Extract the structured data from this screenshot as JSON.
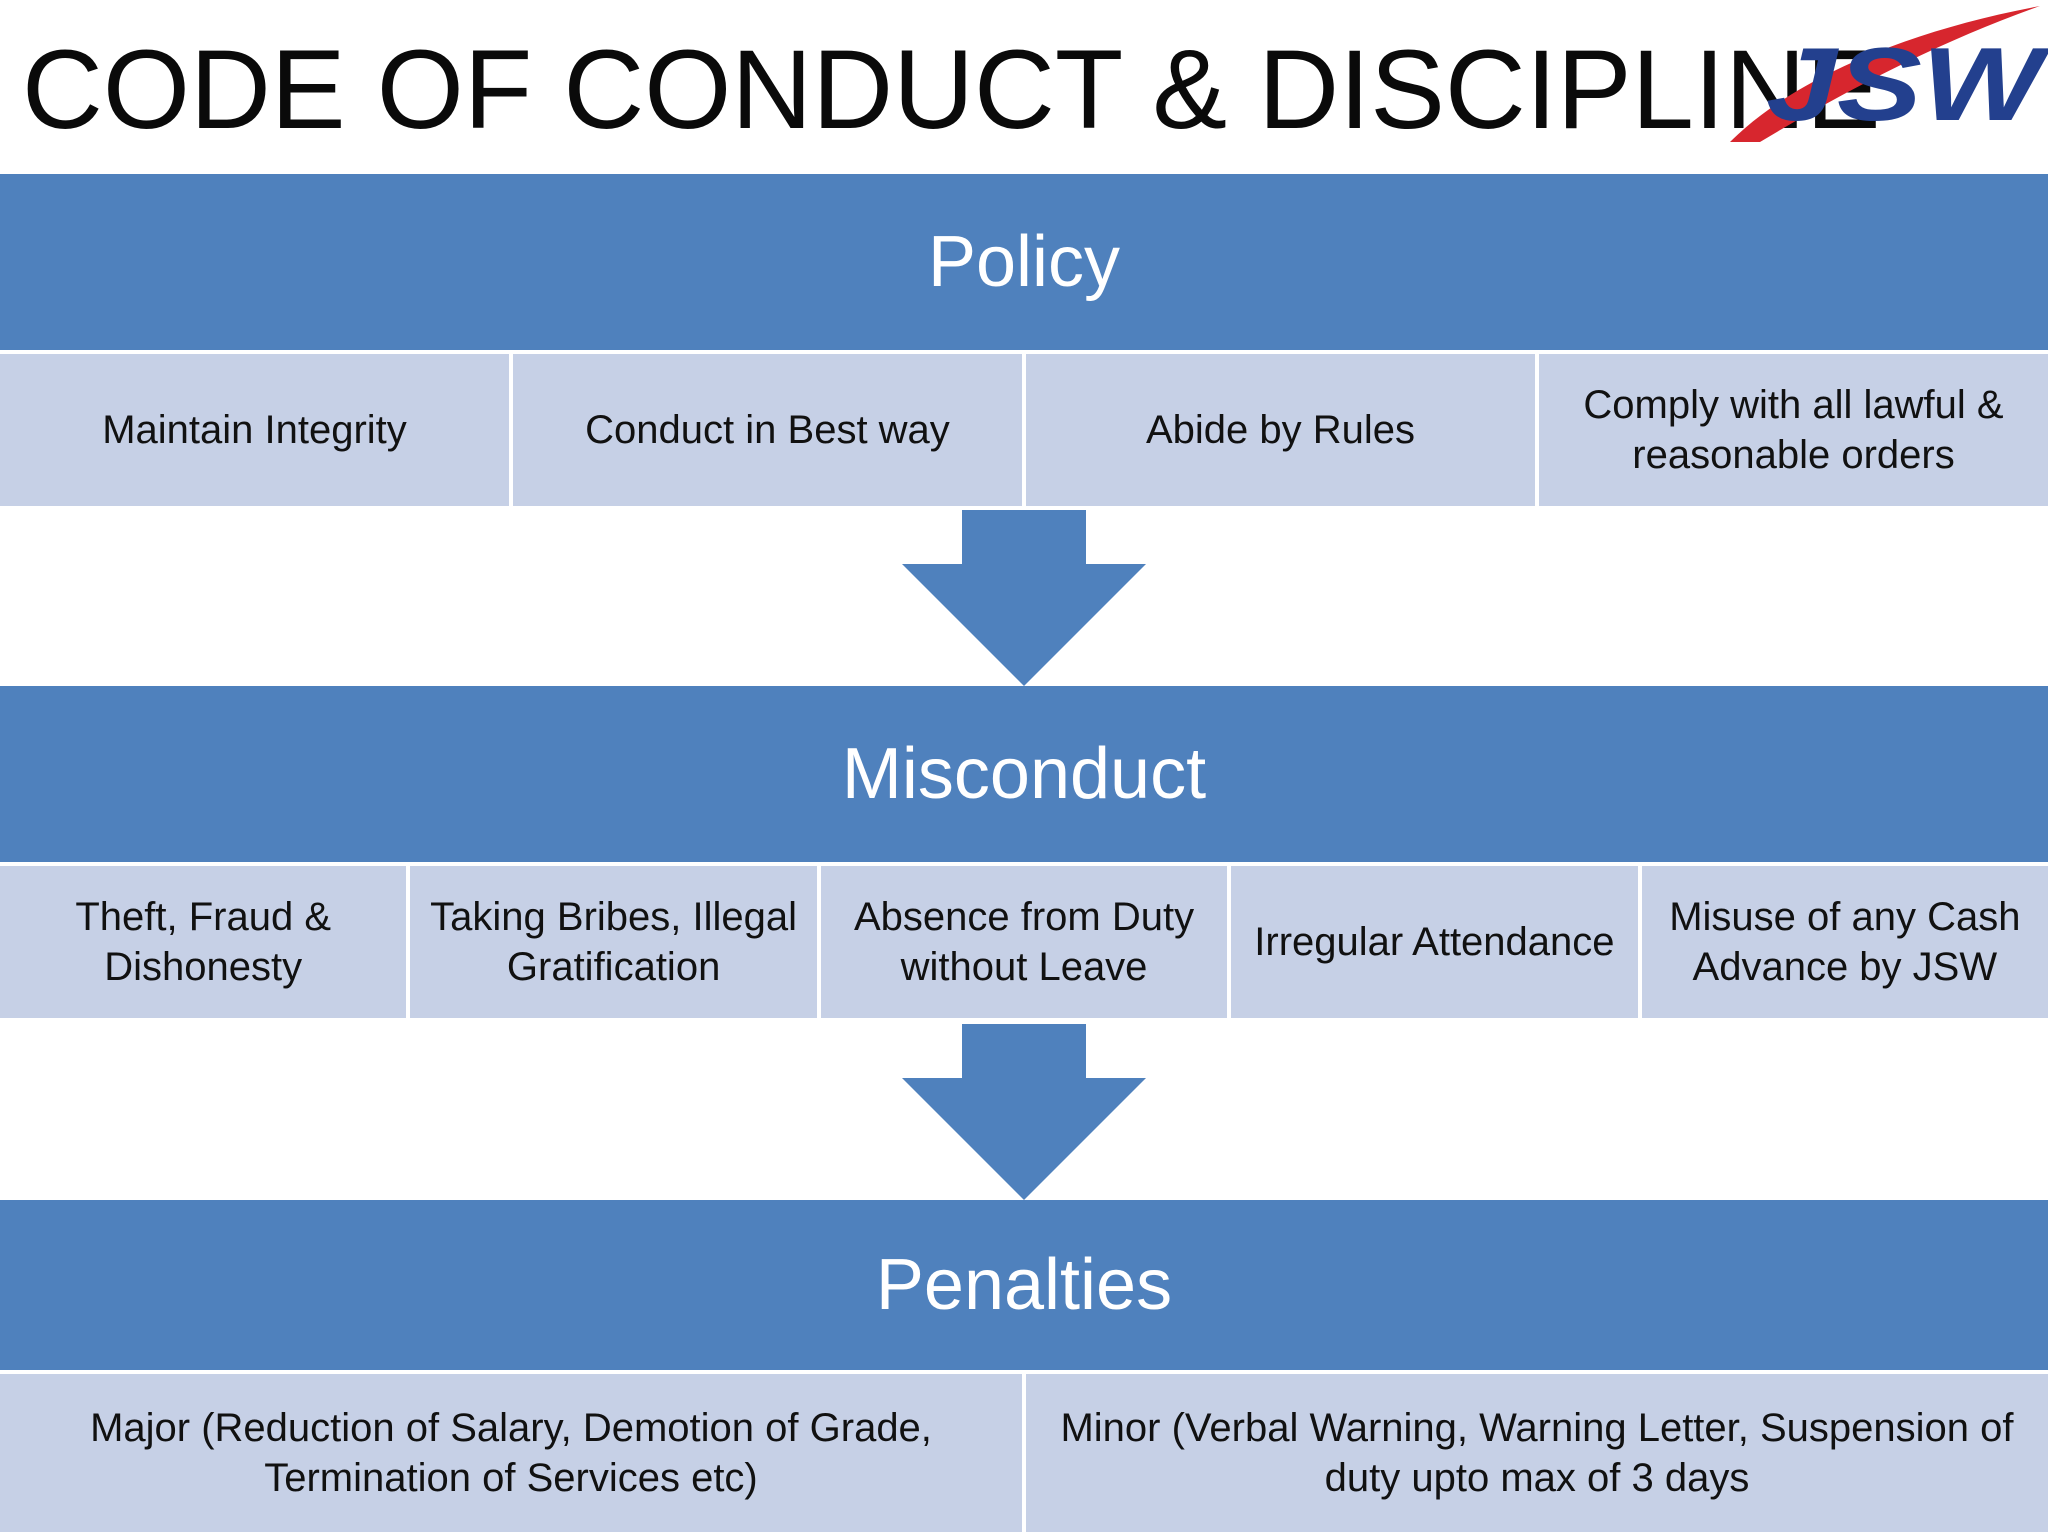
{
  "title": "CODE OF CONDUCT & DISCIPLINE",
  "logo": {
    "text": "JSW",
    "colors": {
      "swoosh": "#d7262e",
      "letters": "#23408e"
    }
  },
  "colors": {
    "band": "#4f81bd",
    "cell": "#c6d0e6",
    "arrow": "#4f81bd"
  },
  "sections": [
    {
      "heading": "Policy",
      "items": [
        "Maintain Integrity",
        "Conduct in Best way",
        "Abide by Rules",
        "Comply with all lawful & reasonable orders"
      ]
    },
    {
      "heading": "Misconduct",
      "items": [
        "Theft, Fraud & Dishonesty",
        "Taking Bribes, Illegal Gratification",
        "Absence from Duty without Leave",
        "Irregular Attendance",
        "Misuse of any Cash Advance by JSW"
      ]
    },
    {
      "heading": "Penalties",
      "items": [
        "Major (Reduction of Salary, Demotion of Grade, Termination of Services etc)",
        "Minor (Verbal Warning, Warning Letter, Suspension of duty upto max of 3 days"
      ]
    }
  ]
}
